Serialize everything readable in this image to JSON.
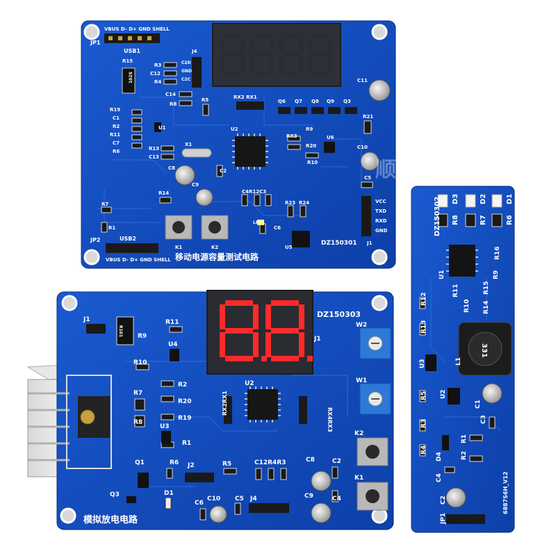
{
  "board_top": {
    "title": "移动电源容量测试电路",
    "model": "DZ150301",
    "usb1_pins": "VBUS D- D+ GND SHELL",
    "usb2_pins": "VBUS D- D+ GND SHELL",
    "jp1": "JP1",
    "usb1": "USB1",
    "jp2": "JP2",
    "usb2": "USB2",
    "j4": "J4",
    "j1": "J1",
    "j1_pins": [
      "VCC",
      "TXD",
      "RXD",
      "GND"
    ],
    "k1": "K1",
    "k2": "K2",
    "led": "LED1",
    "parts": {
      "r15": "R15",
      "r3": "R3",
      "c12": "C12",
      "r4": "R4",
      "c14": "C14",
      "r8": "R8",
      "r5": "R5",
      "r19": "R19",
      "c1": "C1",
      "r2": "R2",
      "r11": "R11",
      "c7": "C7",
      "r6": "R6",
      "u1": "U1",
      "r13": "R13",
      "c13": "C13",
      "x1": "X1",
      "c8": "C8",
      "c2": "C2",
      "u2": "U2",
      "rx2rx1": "RX2 RX1",
      "q6": "Q6",
      "q7": "Q7",
      "q8": "Q8",
      "q9": "Q9",
      "q3": "Q3",
      "c11": "C11",
      "r21": "R21",
      "rx3": "RX3",
      "r9": "R9",
      "r20": "R20",
      "u6": "U6",
      "r10": "R10",
      "c10": "C10",
      "c5": "C5",
      "c9": "C9",
      "r14": "R14",
      "c4r12c3": "C4R12C3",
      "r23": "R23",
      "r24": "R24",
      "r7": "R7",
      "r1": "R1",
      "c6": "C6",
      "u5": "U5",
      "c2d": "C2D",
      "gnd": "GND",
      "c2c": "C2C",
      "res": "102S"
    }
  },
  "board_left": {
    "title": "模拟放电电路",
    "model": "DZ150303",
    "parts": {
      "j1": "J1",
      "r9": "R9",
      "r11": "R11",
      "u4": "U4",
      "r10": "R10",
      "r2": "R2",
      "r7": "R7",
      "r20": "R20",
      "r19": "R19",
      "r8": "R8",
      "u3": "U3",
      "r1": "R1",
      "q1": "Q1",
      "r6": "R6",
      "j2": "J2",
      "r5": "R5",
      "q3": "Q3",
      "d1": "D1",
      "c6": "C6",
      "c10": "C10",
      "c5": "C5",
      "j4": "J4",
      "u2": "U2",
      "rx2rx1": "RX2RX1",
      "rx4rx3": "RX4RX3",
      "c12r4r3": "C12R4R3",
      "c8": "C8",
      "c2": "C2",
      "c9": "C9",
      "c4": "C4",
      "k2": "K2",
      "k1": "K1",
      "w2": "W2",
      "w1": "W1",
      "jr": "J1",
      "res": "R101"
    }
  },
  "board_right": {
    "title": "移动电源升压电路",
    "model": "DZ150302",
    "version": "6887S6H_V12",
    "parts": {
      "d3": "D3",
      "d2": "D2",
      "d1": "D1",
      "r8": "R8",
      "r7": "R7",
      "r6": "R6",
      "u1": "U1",
      "r16": "R16",
      "r11": "R11",
      "r15": "R15",
      "r9": "R9",
      "r12": "R12",
      "r14": "R14",
      "r10": "R10",
      "r13": "R13",
      "u3": "U3",
      "l1": "L1",
      "r5": "R5",
      "u2": "U2",
      "c1": "C1",
      "r3": "R3",
      "c3": "C3",
      "r4": "R4",
      "d4": "D4",
      "r1": "R1",
      "r2": "R2",
      "c4": "C4",
      "c2": "C2",
      "jp1": "JP1",
      "coil": "331"
    }
  },
  "watermark": "顺电子"
}
